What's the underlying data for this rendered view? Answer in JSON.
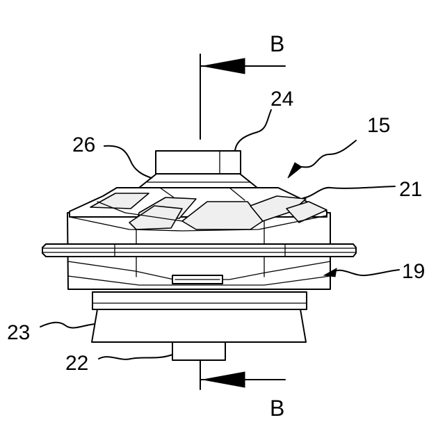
{
  "section": {
    "top_label": "B",
    "bottom_label": "B"
  },
  "labels": {
    "l15": "15",
    "l19": "19",
    "l21": "21",
    "l22": "22",
    "l23": "23",
    "l24": "24",
    "l26": "26"
  }
}
